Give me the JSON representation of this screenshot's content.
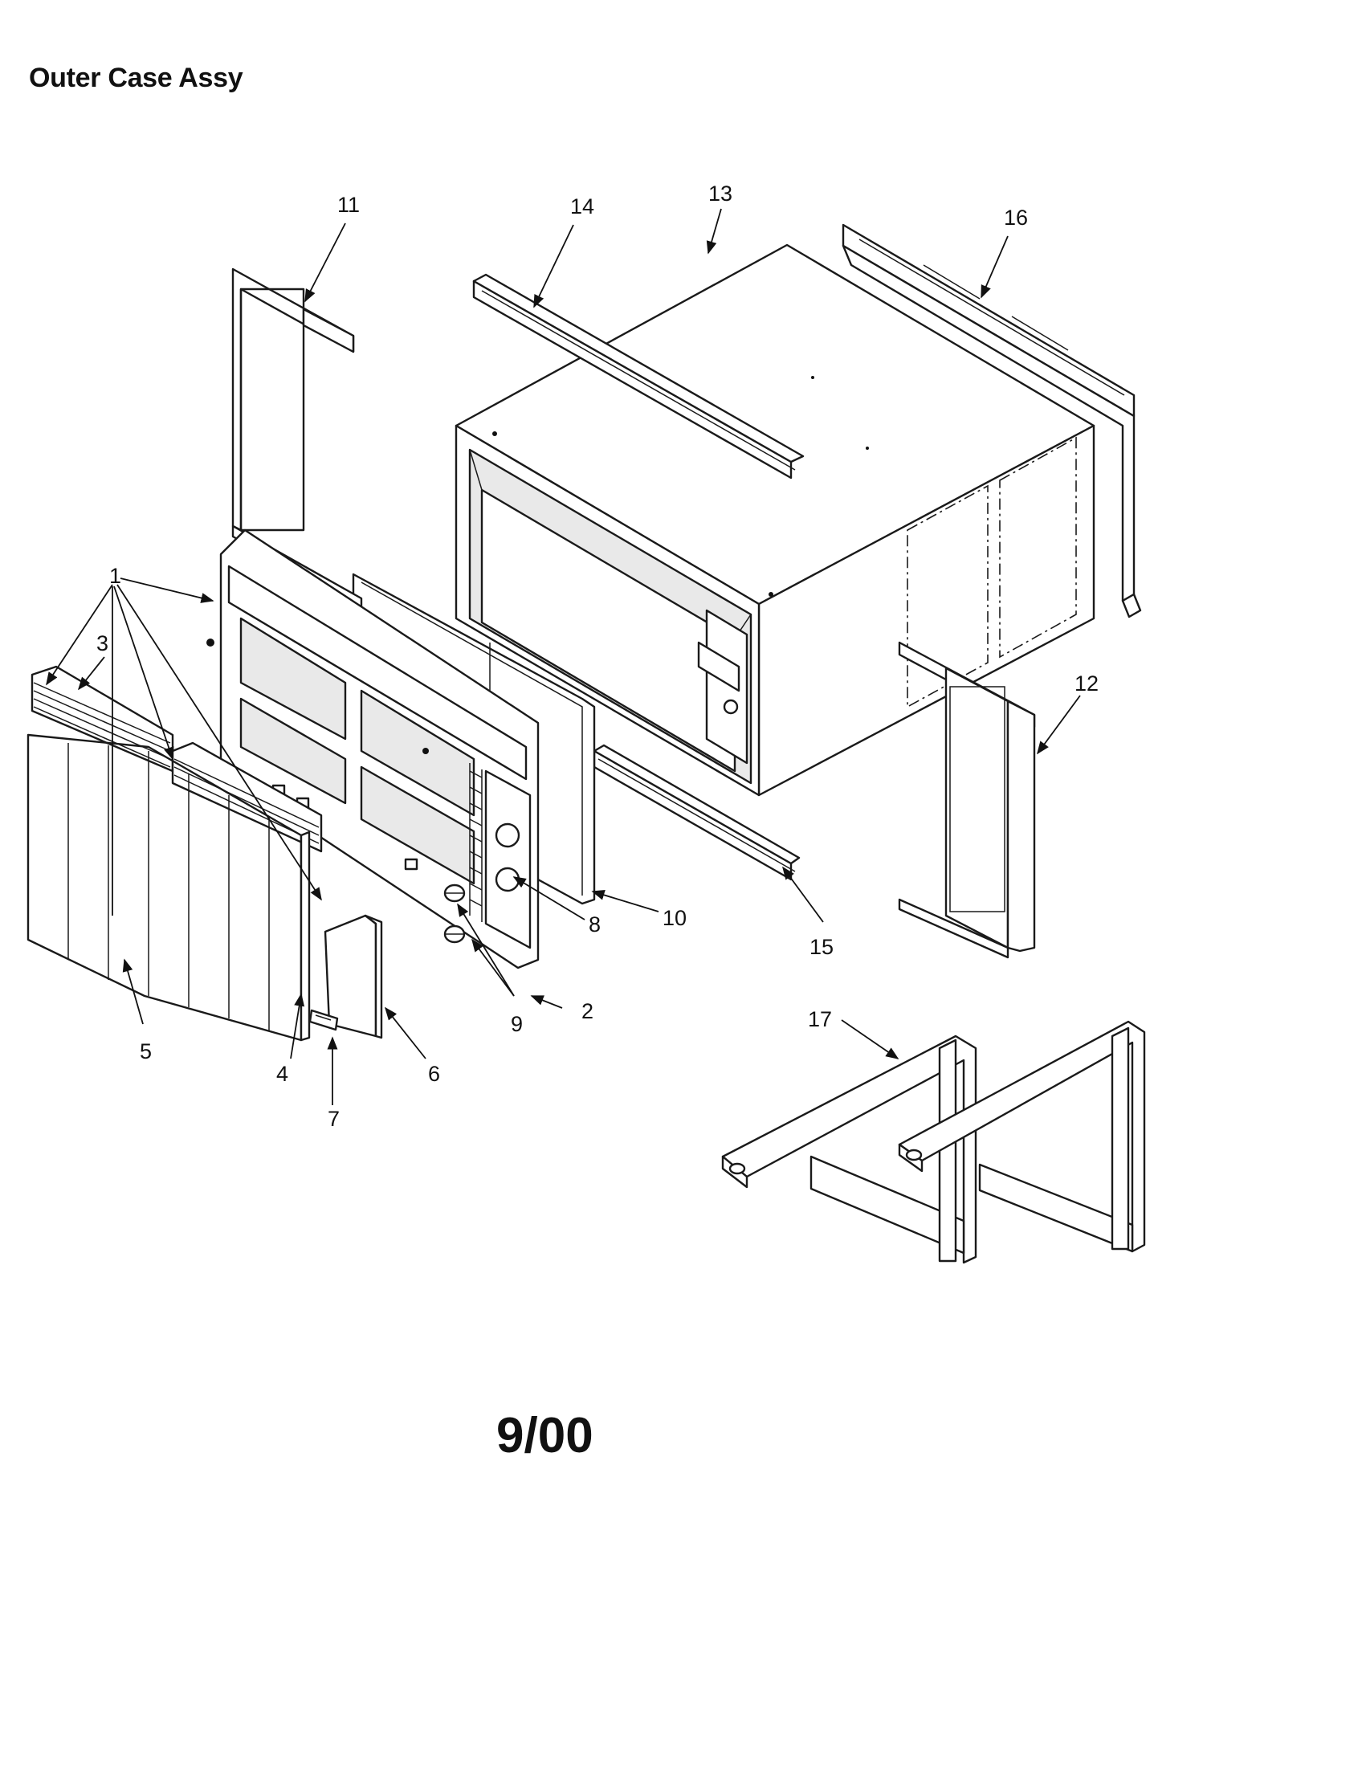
{
  "header": {
    "title": "Outer Case Assy"
  },
  "footer": {
    "date_code": "9/00"
  },
  "callouts": [
    {
      "id": "c1",
      "label": "1"
    },
    {
      "id": "c2",
      "label": "2"
    },
    {
      "id": "c3",
      "label": "3"
    },
    {
      "id": "c4",
      "label": "4"
    },
    {
      "id": "c5",
      "label": "5"
    },
    {
      "id": "c6",
      "label": "6"
    },
    {
      "id": "c7",
      "label": "7"
    },
    {
      "id": "c8",
      "label": "8"
    },
    {
      "id": "c9",
      "label": "9"
    },
    {
      "id": "c10",
      "label": "10"
    },
    {
      "id": "c11",
      "label": "11"
    },
    {
      "id": "c12",
      "label": "12"
    },
    {
      "id": "c13",
      "label": "13"
    },
    {
      "id": "c14",
      "label": "14"
    },
    {
      "id": "c15",
      "label": "15"
    },
    {
      "id": "c16",
      "label": "16"
    },
    {
      "id": "c17",
      "label": "17"
    }
  ],
  "colors": {
    "ink": "#111111",
    "paper": "#ffffff"
  }
}
